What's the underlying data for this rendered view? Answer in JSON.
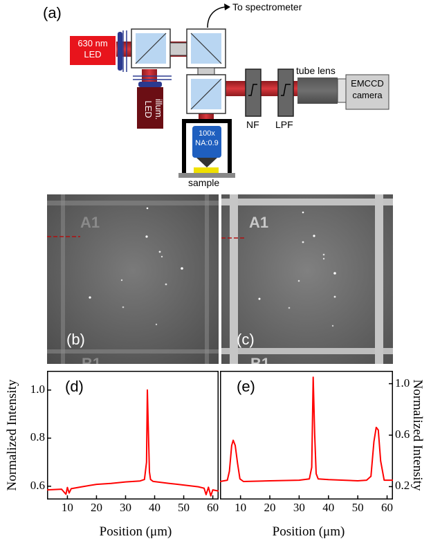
{
  "panel_a": {
    "label": "(a)",
    "to_spectrometer": "To spectrometer",
    "led_630_line1": "630 nm",
    "led_630_line2": "LED",
    "illum_led_line1": "illum.",
    "illum_led_line2": "LED",
    "objective_line1": "100x",
    "objective_line2": "NA:0.9",
    "sample": "sample",
    "nf": "NF",
    "lpf": "LPF",
    "tube_lens": "tube lens",
    "camera_line1": "EMCCD",
    "camera_line2": "camera",
    "colors": {
      "led_red": "#e8141c",
      "illum_led": "#6b0e14",
      "beam": "#c0282d",
      "objective": "#1f5fbf",
      "sample": "#f0e000"
    }
  },
  "panel_b": {
    "label": "(b)",
    "grid_label": "A1",
    "bottom_label": "B1"
  },
  "panel_c": {
    "label": "(c)",
    "grid_label": "A1",
    "bottom_label": "B1"
  },
  "chart_data": [
    {
      "panel": "(d)",
      "type": "line",
      "xlabel": "Position (μm)",
      "ylabel": "Normalized Intensity",
      "xlim": [
        3,
        62
      ],
      "ylim": [
        0.545,
        1.08
      ],
      "xticks": [
        10,
        20,
        30,
        40,
        50,
        60
      ],
      "yticks": [
        "0.6",
        "0.8",
        "1.0"
      ],
      "ytick_values": [
        0.6,
        0.8,
        1.0
      ],
      "y_axis_side": "left",
      "color": "#ff0000",
      "x": [
        3,
        8,
        9.5,
        10,
        10.6,
        11.3,
        15,
        20,
        25,
        30,
        35,
        36.5,
        37.2,
        37.5,
        37.8,
        38.2,
        38.6,
        39.5,
        45,
        50,
        55,
        57,
        57.7,
        58.5,
        59.3,
        60,
        62
      ],
      "y": [
        0.585,
        0.588,
        0.567,
        0.595,
        0.572,
        0.59,
        0.598,
        0.608,
        0.612,
        0.618,
        0.622,
        0.628,
        0.7,
        1.0,
        0.85,
        0.66,
        0.628,
        0.62,
        0.612,
        0.605,
        0.598,
        0.592,
        0.565,
        0.596,
        0.56,
        0.585,
        0.58
      ]
    },
    {
      "panel": "(e)",
      "type": "line",
      "xlabel": "Position (μm)",
      "ylabel": "Normalized Intensity",
      "xlim": [
        3,
        62
      ],
      "ylim": [
        0.1,
        1.1
      ],
      "xticks": [
        10,
        20,
        30,
        40,
        50,
        60
      ],
      "yticks": [
        "0.2",
        "0.6",
        "1.0"
      ],
      "ytick_values": [
        0.2,
        0.6,
        1.0
      ],
      "y_axis_side": "right",
      "color": "#ff0000",
      "x": [
        3,
        5.5,
        6.2,
        7,
        7.5,
        8.2,
        9,
        9.8,
        11,
        20,
        30,
        33.5,
        34.3,
        34.8,
        35.3,
        35.8,
        36.5,
        40,
        50,
        53,
        54.5,
        55.5,
        56.3,
        57,
        57.8,
        59,
        62
      ],
      "y": [
        0.24,
        0.25,
        0.32,
        0.52,
        0.56,
        0.52,
        0.38,
        0.26,
        0.24,
        0.245,
        0.25,
        0.26,
        0.35,
        1.05,
        0.6,
        0.3,
        0.26,
        0.255,
        0.245,
        0.25,
        0.28,
        0.55,
        0.66,
        0.64,
        0.4,
        0.25,
        0.25
      ]
    }
  ]
}
